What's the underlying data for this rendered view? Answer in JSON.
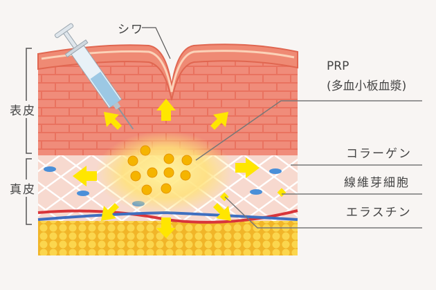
{
  "labels": {
    "wrinkle": "シワ",
    "prp_line1": "PRP",
    "prp_line2": "(多血小板血漿)",
    "collagen": "コラーゲン",
    "fibroblast": "線維芽細胞",
    "elastin": "エラスチン",
    "epidermis": "表皮",
    "dermis": "真皮"
  },
  "colors": {
    "background": "#f8f5f3",
    "epidermis": "#e8705e",
    "dermis": "#f6d6cc",
    "fat": "#f5c23a",
    "prp_glow": "#ffe27a",
    "arrow": "#ffe600",
    "vessel_red": "#d8353a",
    "vessel_blue": "#3f6fc0",
    "fibroblast": "#4a8fd8"
  }
}
